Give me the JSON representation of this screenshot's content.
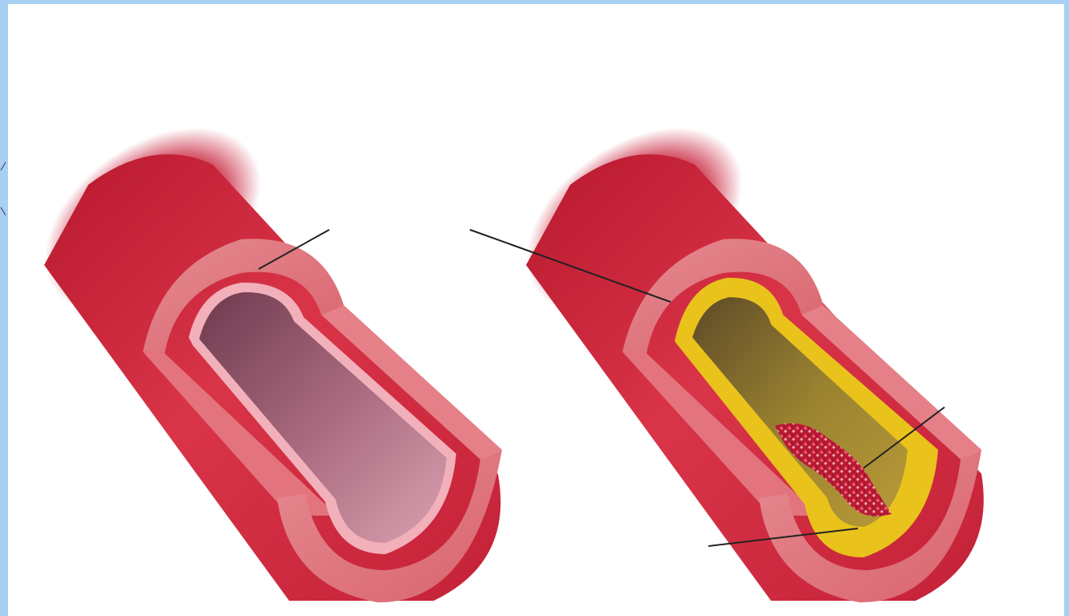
{
  "figure": {
    "background": "#ffffff",
    "frame_color": "#a8d0f5",
    "colors": {
      "artery_outer": "#c9233a",
      "artery_wall": "#e07a82",
      "intima": "#f0a8b0",
      "lumen_healthy": "#9a5a6e",
      "plaque": "#e8c020",
      "lumen_narrowed": "#8a7228",
      "clot": "#c01f3a",
      "leader_line": "#222222"
    }
  },
  "panels": [
    {
      "id": "normal",
      "icon": "healthy-artery-cross-section"
    },
    {
      "id": "diseased",
      "icon": "plaque-artery-cross-section"
    }
  ]
}
